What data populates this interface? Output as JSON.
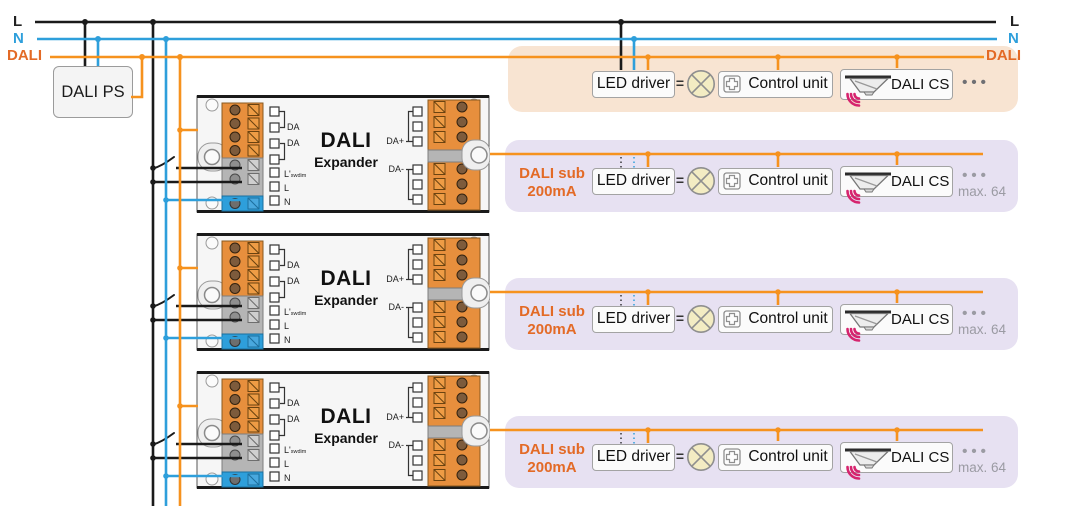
{
  "bus": {
    "l": "L",
    "n": "N",
    "dali": "DALI"
  },
  "power_supply": {
    "label": "DALI PS"
  },
  "expander": {
    "title": "DALI",
    "subtitle": "Expander",
    "terminals": {
      "da_a": "DA",
      "da_b": "DA",
      "l_switched": "L'",
      "l_switched_small": "swdim",
      "l": "L",
      "n": "N",
      "da_plus": "DA+",
      "da_minus": "DA-"
    }
  },
  "rows": [
    {
      "led_driver": "LED driver",
      "equals_sign": "=",
      "control_unit": "Control unit",
      "dali_cs": "DALI CS",
      "ellipsis": "•••"
    },
    {
      "sub_label_1": "DALI sub",
      "sub_label_2": "200mA",
      "led_driver": "LED driver",
      "equals_sign": "=",
      "control_unit": "Control unit",
      "dali_cs": "DALI CS",
      "ellipsis": "•••",
      "max_label": "max. 64"
    },
    {
      "sub_label_1": "DALI sub",
      "sub_label_2": "200mA",
      "led_driver": "LED driver",
      "equals_sign": "=",
      "control_unit": "Control unit",
      "dali_cs": "DALI CS",
      "ellipsis": "•••",
      "max_label": "max. 64"
    },
    {
      "sub_label_1": "DALI sub",
      "sub_label_2": "200mA",
      "led_driver": "LED driver",
      "equals_sign": "=",
      "control_unit": "Control unit",
      "dali_cs": "DALI CS",
      "ellipsis": "•••",
      "max_label": "max. 64"
    }
  ],
  "colors": {
    "wire_orange": "#F6921E",
    "wire_blue": "#2E9FDB",
    "wire_black": "#1A1A1A",
    "label_orange": "#E36A26",
    "peach_bg": "#F8E4D2",
    "purple_bg": "#E7E1F2",
    "sensor_pink": "#D6246E"
  }
}
